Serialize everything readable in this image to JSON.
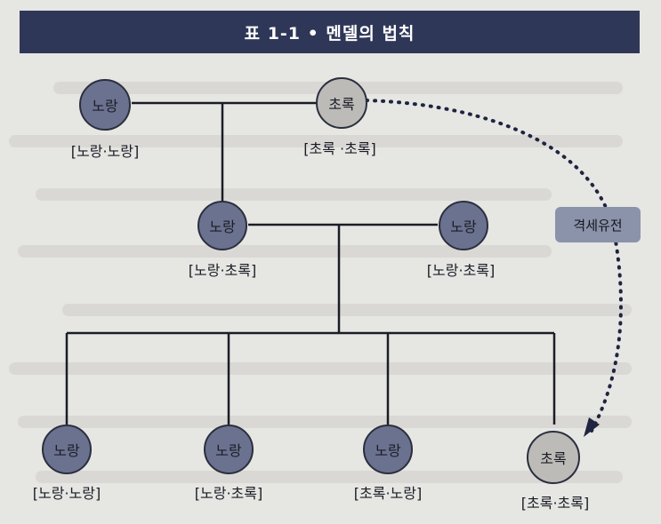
{
  "title": "표 1-1 • 멘델의 법칙",
  "callout": "격세유전",
  "nodes": {
    "g1_left": {
      "label": "노랑",
      "genotype": "[노랑·노랑]",
      "color": "yellow"
    },
    "g1_right": {
      "label": "초록",
      "genotype": "[초록 ·초록]",
      "color": "green"
    },
    "g2_left": {
      "label": "노랑",
      "genotype": "[노랑·초록]",
      "color": "yellow"
    },
    "g2_right": {
      "label": "노랑",
      "genotype": "[노랑·초록]",
      "color": "yellow"
    },
    "g3_1": {
      "label": "노랑",
      "genotype": "[노랑·노랑]",
      "color": "yellow"
    },
    "g3_2": {
      "label": "노랑",
      "genotype": "[노랑·초록]",
      "color": "yellow"
    },
    "g3_3": {
      "label": "노랑",
      "genotype": "[초록·노랑]",
      "color": "yellow"
    },
    "g3_4": {
      "label": "초록",
      "genotype": "[초록·초록]",
      "color": "green"
    }
  },
  "colors": {
    "yellow_node": "#6b7290",
    "green_node": "#bcbbb8",
    "header": "#2f3758",
    "callout": "#8b93ab"
  }
}
